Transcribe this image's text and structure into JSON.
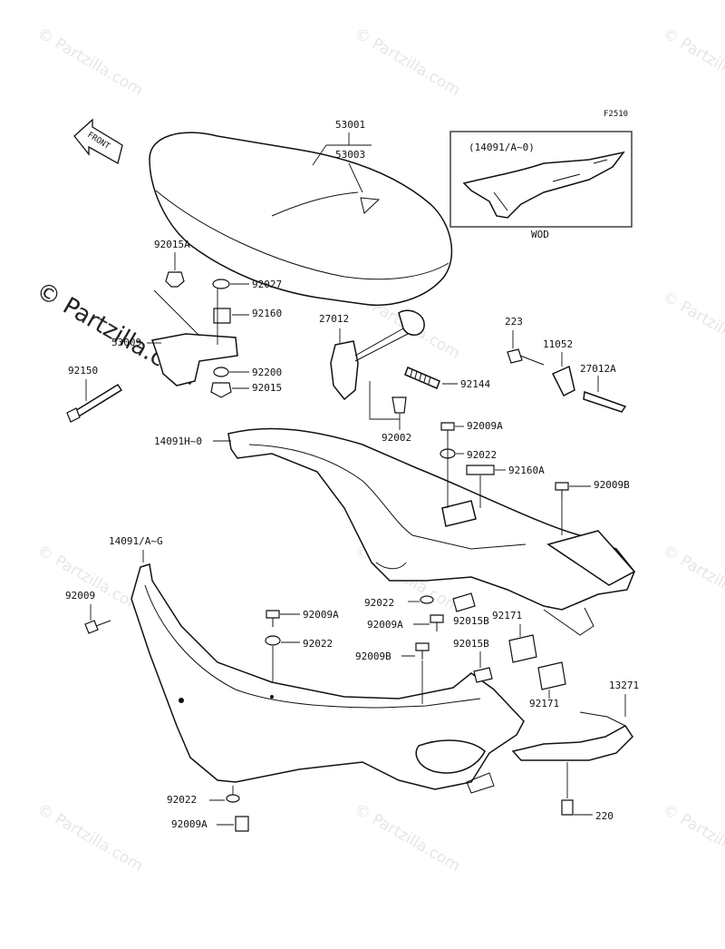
{
  "figure_code": "F2510",
  "front_label": "FRONT",
  "inset": {
    "title": "(14091/A~0)",
    "caption": "WOD"
  },
  "watermarks": {
    "large": "© Partzilla.com",
    "small": "© Partzilla.com"
  },
  "parts": [
    {
      "id": "p53001",
      "label": "53001"
    },
    {
      "id": "p53003",
      "label": "53003"
    },
    {
      "id": "p92015A_top",
      "label": "92015A"
    },
    {
      "id": "p92027",
      "label": "92027"
    },
    {
      "id": "p92160",
      "label": "92160"
    },
    {
      "id": "p53009",
      "label": "53009"
    },
    {
      "id": "p92150",
      "label": "92150"
    },
    {
      "id": "p92200",
      "label": "92200"
    },
    {
      "id": "p92015",
      "label": "92015"
    },
    {
      "id": "p27012",
      "label": "27012"
    },
    {
      "id": "p92144",
      "label": "92144"
    },
    {
      "id": "p92002",
      "label": "92002"
    },
    {
      "id": "p223",
      "label": "223"
    },
    {
      "id": "p11052",
      "label": "11052"
    },
    {
      "id": "p27012A",
      "label": "27012A"
    },
    {
      "id": "p92009A_a",
      "label": "92009A"
    },
    {
      "id": "p14091H",
      "label": "14091H~0"
    },
    {
      "id": "p92022_a",
      "label": "92022"
    },
    {
      "id": "p92160A",
      "label": "92160A"
    },
    {
      "id": "p92009B_a",
      "label": "92009B"
    },
    {
      "id": "p14091A",
      "label": "14091/A~G"
    },
    {
      "id": "p92009",
      "label": "92009"
    },
    {
      "id": "p92022_b",
      "label": "92022"
    },
    {
      "id": "p92009A_b",
      "label": "92009A"
    },
    {
      "id": "p92015B_a",
      "label": "92015B"
    },
    {
      "id": "p92171_a",
      "label": "92171"
    },
    {
      "id": "p92009A_c",
      "label": "92009A"
    },
    {
      "id": "p92022_c",
      "label": "92022"
    },
    {
      "id": "p92009B_b",
      "label": "92009B"
    },
    {
      "id": "p92015B_b",
      "label": "92015B"
    },
    {
      "id": "p92171_b",
      "label": "92171"
    },
    {
      "id": "p13271",
      "label": "13271"
    },
    {
      "id": "p92022_d",
      "label": "92022"
    },
    {
      "id": "p92009A_d",
      "label": "92009A"
    },
    {
      "id": "p220",
      "label": "220"
    }
  ]
}
